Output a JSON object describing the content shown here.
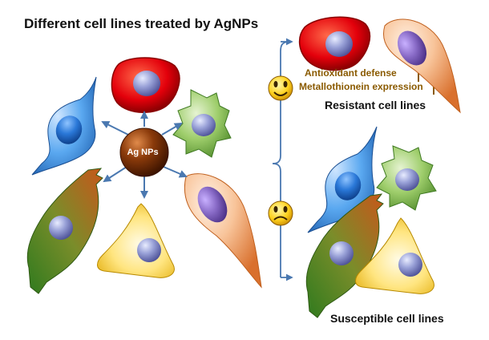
{
  "title": "Different cell lines treated by AgNPs",
  "nanoparticle_label": "Ag NPs",
  "resistant": {
    "mechanism_1": "Antioxidant defense",
    "mechanism_2": "Metallothionein  expression",
    "label": "Resistant cell lines",
    "face": "happy-face-icon"
  },
  "susceptible": {
    "label": "Susceptible cell lines",
    "face": "sad-face-icon"
  },
  "colors": {
    "red_cell": "#e3000b",
    "orange_cell": "#f4b183",
    "green_cell": "#8cbf5a",
    "blue_cell": "#4f9fe8",
    "yellow_cell": "#ffd84a",
    "nucleus": "#7d86c8",
    "particle": "#7a3208",
    "arrow": "#4a78b0",
    "mechanism_text": "#8a5a00"
  }
}
